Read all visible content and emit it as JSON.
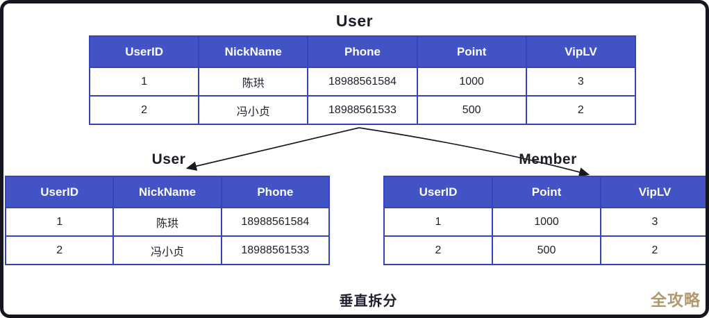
{
  "diagram": {
    "top_table": {
      "title": "User",
      "headers": [
        "UserID",
        "NickName",
        "Phone",
        "Point",
        "VipLV"
      ],
      "rows": [
        [
          "1",
          "陈珙",
          "18988561584",
          "1000",
          "3"
        ],
        [
          "2",
          "冯小贞",
          "18988561533",
          "500",
          "2"
        ]
      ]
    },
    "left_table": {
      "title": "User",
      "headers": [
        "UserID",
        "NickName",
        "Phone"
      ],
      "rows": [
        [
          "1",
          "陈珙",
          "18988561584"
        ],
        [
          "2",
          "冯小贞",
          "18988561533"
        ]
      ]
    },
    "right_table": {
      "title": "Member",
      "headers": [
        "UserID",
        "Point",
        "VipLV"
      ],
      "rows": [
        [
          "1",
          "1000",
          "3"
        ],
        [
          "2",
          "500",
          "2"
        ]
      ]
    },
    "caption": "垂直拆分",
    "watermark": "全攻略"
  },
  "colors": {
    "header_bg": "#4254c5",
    "table_border": "#3444bb",
    "frame_border": "#16161f",
    "text_dark": "#1d1d29",
    "arrow": "#191922",
    "watermark_gold": "#b3986c"
  }
}
